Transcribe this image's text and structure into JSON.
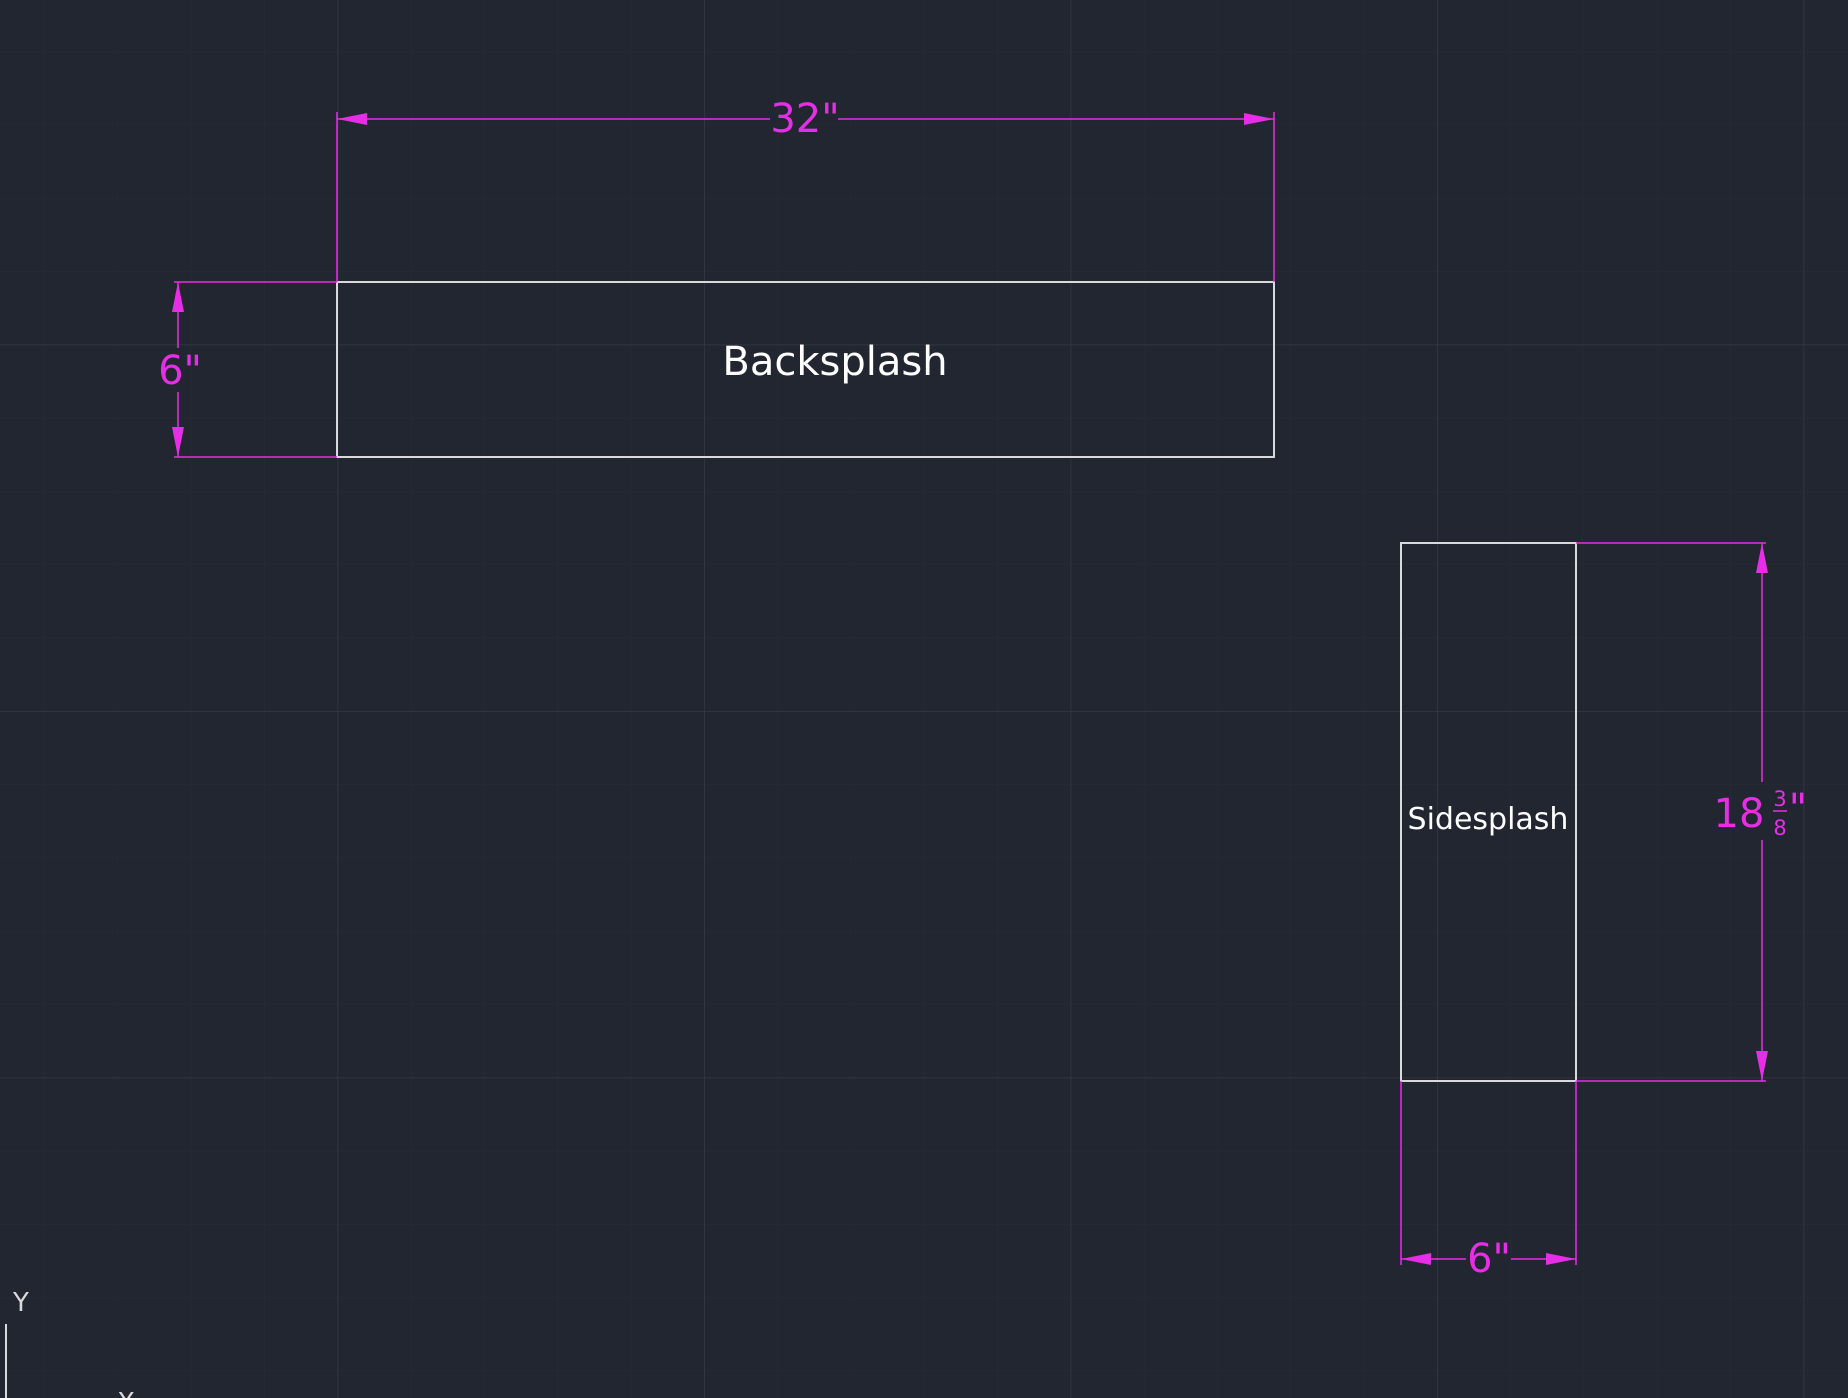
{
  "colors": {
    "background": "#212630",
    "grid_minor": "#272c36",
    "grid_major": "#343a45",
    "object_line": "#d9d9dc",
    "dimension": "#e62ee6",
    "label": "#ffffff"
  },
  "parts": {
    "backsplash": {
      "label": "Backsplash"
    },
    "sidesplash": {
      "label": "Sidesplash"
    }
  },
  "dimensions": {
    "backsplash_width": "32\"",
    "backsplash_height": "6\"",
    "sidesplash_height_whole": "18",
    "sidesplash_height_numerator": "3",
    "sidesplash_height_denominator": "8",
    "sidesplash_height_unit": "\"",
    "sidesplash_width": "6\""
  },
  "ucs": {
    "y_label": "Y",
    "x_label": "X"
  }
}
